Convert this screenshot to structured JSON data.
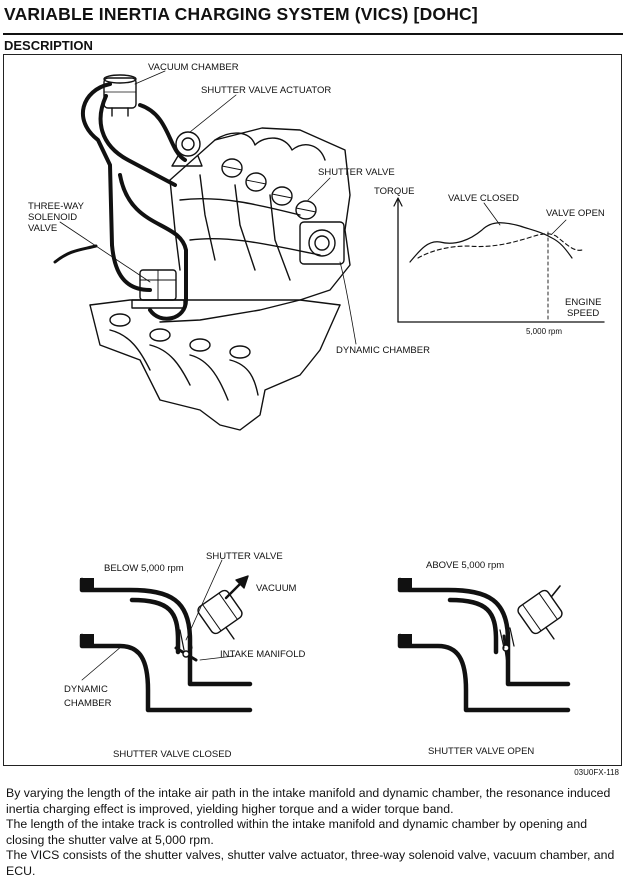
{
  "page": {
    "title": "VARIABLE INERTIA CHARGING SYSTEM (VICS) [DOHC]",
    "section": "DESCRIPTION",
    "figure_code": "03U0FX-118"
  },
  "engine_figure": {
    "labels": {
      "vacuum_chamber": "VACUUM CHAMBER",
      "shutter_valve_actuator": "SHUTTER VALVE ACTUATOR",
      "shutter_valve": "SHUTTER VALVE",
      "three_way_1": "THREE-WAY",
      "three_way_2": "SOLENOID",
      "three_way_3": "VALVE",
      "dynamic_chamber": "DYNAMIC CHAMBER"
    }
  },
  "torque_graph": {
    "ylabel": "TORQUE",
    "xlabel_1": "ENGINE",
    "xlabel_2": "SPEED",
    "valve_closed": "VALVE CLOSED",
    "valve_open": "VALVE OPEN",
    "rpm_marker": "5,000 rpm"
  },
  "schematics": {
    "left": {
      "rpm": "BELOW 5,000 rpm",
      "shutter_valve": "SHUTTER VALVE",
      "vacuum": "VACUUM",
      "intake_manifold": "INTAKE MANIFOLD",
      "dynamic_1": "DYNAMIC",
      "dynamic_2": "CHAMBER",
      "caption": "SHUTTER VALVE CLOSED"
    },
    "right": {
      "rpm": "ABOVE 5,000 rpm",
      "caption": "SHUTTER VALVE OPEN"
    }
  },
  "description": [
    "By varying the length of the intake air path in the intake manifold and dynamic chamber, the resonance induced inertia charging effect is improved, yielding higher torque and a wider torque band.",
    "The length of the intake track is controlled within the intake manifold and dynamic chamber by opening and closing the shutter valve at 5,000 rpm.",
    "The VICS consists of the shutter valves, shutter valve actuator, three-way solenoid valve, vacuum chamber, and ECU."
  ]
}
